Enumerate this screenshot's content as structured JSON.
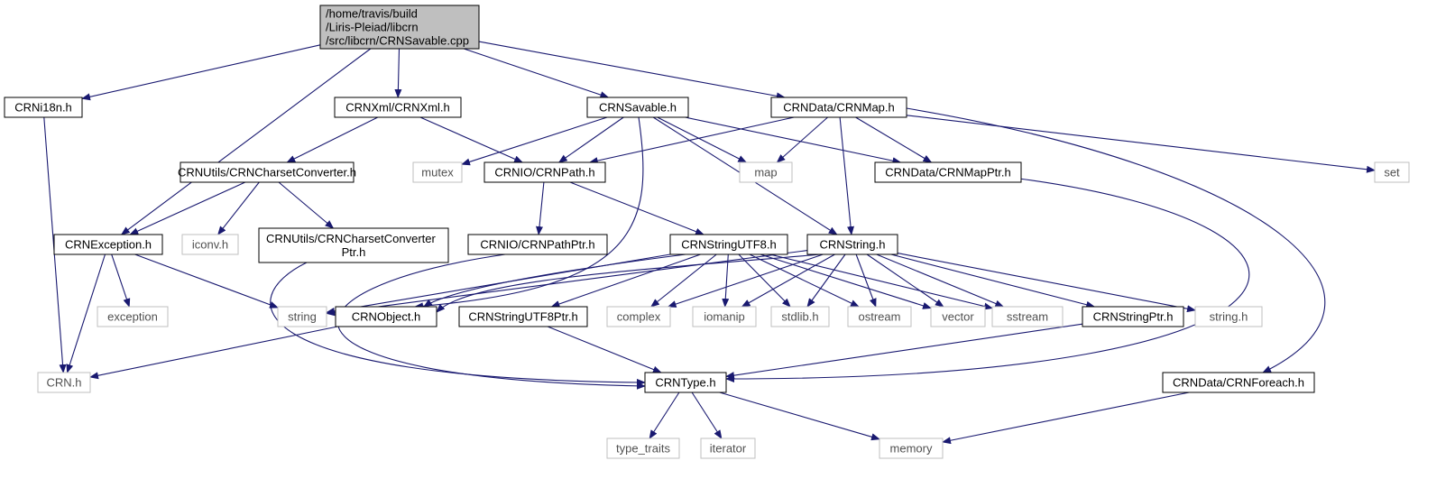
{
  "diagram": {
    "type": "include-dependency-graph",
    "colors": {
      "edge": "#191970",
      "root_fill": "#bfbfbf",
      "system_border": "#bfbfbf",
      "text": "#000000",
      "system_text": "#505050"
    },
    "nodes": [
      {
        "id": "root",
        "kind": "root",
        "lines": [
          "/home/travis/build",
          "/Liris-Pleiad/libcrn",
          "/src/libcrn/CRNSavable.cpp"
        ]
      },
      {
        "id": "crni18n",
        "kind": "file",
        "lines": [
          "CRNi18n.h"
        ]
      },
      {
        "id": "crnxml",
        "kind": "file",
        "lines": [
          "CRNXml/CRNXml.h"
        ]
      },
      {
        "id": "crnsavable",
        "kind": "file",
        "lines": [
          "CRNSavable.h"
        ]
      },
      {
        "id": "crnmap",
        "kind": "file",
        "lines": [
          "CRNData/CRNMap.h"
        ]
      },
      {
        "id": "charsetconv",
        "kind": "file",
        "lines": [
          "CRNUtils/CRNCharsetConverter.h"
        ]
      },
      {
        "id": "mutex",
        "kind": "system",
        "lines": [
          "mutex"
        ]
      },
      {
        "id": "crnpath",
        "kind": "file",
        "lines": [
          "CRNIO/CRNPath.h"
        ]
      },
      {
        "id": "map",
        "kind": "system",
        "lines": [
          "map"
        ]
      },
      {
        "id": "crnmapptr",
        "kind": "file",
        "lines": [
          "CRNData/CRNMapPtr.h"
        ]
      },
      {
        "id": "set",
        "kind": "system",
        "lines": [
          "set"
        ]
      },
      {
        "id": "crnexception",
        "kind": "file",
        "lines": [
          "CRNException.h"
        ]
      },
      {
        "id": "iconv",
        "kind": "system",
        "lines": [
          "iconv.h"
        ]
      },
      {
        "id": "charsetconvptr",
        "kind": "file",
        "lines": [
          "CRNUtils/CRNCharsetConverter",
          "Ptr.h"
        ]
      },
      {
        "id": "crnpathptr",
        "kind": "file",
        "lines": [
          "CRNIO/CRNPathPtr.h"
        ]
      },
      {
        "id": "crnstringutf8",
        "kind": "file",
        "lines": [
          "CRNStringUTF8.h"
        ]
      },
      {
        "id": "crnstring",
        "kind": "file",
        "lines": [
          "CRNString.h"
        ]
      },
      {
        "id": "exception",
        "kind": "system",
        "lines": [
          "exception"
        ]
      },
      {
        "id": "string",
        "kind": "system",
        "lines": [
          "string"
        ]
      },
      {
        "id": "crnobject",
        "kind": "file",
        "lines": [
          "CRNObject.h"
        ]
      },
      {
        "id": "crnstringutf8ptr",
        "kind": "file",
        "lines": [
          "CRNStringUTF8Ptr.h"
        ]
      },
      {
        "id": "complex",
        "kind": "system",
        "lines": [
          "complex"
        ]
      },
      {
        "id": "iomanip",
        "kind": "system",
        "lines": [
          "iomanip"
        ]
      },
      {
        "id": "stdlib",
        "kind": "system",
        "lines": [
          "stdlib.h"
        ]
      },
      {
        "id": "ostream",
        "kind": "system",
        "lines": [
          "ostream"
        ]
      },
      {
        "id": "vector",
        "kind": "system",
        "lines": [
          "vector"
        ]
      },
      {
        "id": "sstream",
        "kind": "system",
        "lines": [
          "sstream"
        ]
      },
      {
        "id": "crnstringptr",
        "kind": "file",
        "lines": [
          "CRNStringPtr.h"
        ]
      },
      {
        "id": "stringh",
        "kind": "system",
        "lines": [
          "string.h"
        ]
      },
      {
        "id": "crnh",
        "kind": "system",
        "lines": [
          "CRN.h"
        ]
      },
      {
        "id": "crntype",
        "kind": "file",
        "lines": [
          "CRNType.h"
        ]
      },
      {
        "id": "crnforeach",
        "kind": "file",
        "lines": [
          "CRNData/CRNForeach.h"
        ]
      },
      {
        "id": "type_traits",
        "kind": "system",
        "lines": [
          "type_traits"
        ]
      },
      {
        "id": "iterator",
        "kind": "system",
        "lines": [
          "iterator"
        ]
      },
      {
        "id": "memory",
        "kind": "system",
        "lines": [
          "memory"
        ]
      }
    ],
    "edges": [
      [
        "root",
        "crni18n"
      ],
      [
        "root",
        "crnexception"
      ],
      [
        "root",
        "crnxml"
      ],
      [
        "root",
        "crnsavable"
      ],
      [
        "root",
        "crnmap"
      ],
      [
        "crni18n",
        "crnh"
      ],
      [
        "crnxml",
        "charsetconv"
      ],
      [
        "crnxml",
        "crnpath"
      ],
      [
        "crnsavable",
        "mutex"
      ],
      [
        "crnsavable",
        "crnpath"
      ],
      [
        "crnsavable",
        "map"
      ],
      [
        "crnsavable",
        "crnmapptr"
      ],
      [
        "crnsavable",
        "crnstring"
      ],
      [
        "crnsavable",
        "crnobject"
      ],
      [
        "crnmap",
        "crnpath"
      ],
      [
        "crnmap",
        "map"
      ],
      [
        "crnmap",
        "crnmapptr"
      ],
      [
        "crnmap",
        "crnstring"
      ],
      [
        "crnmap",
        "set"
      ],
      [
        "crnmap",
        "crnforeach"
      ],
      [
        "charsetconv",
        "crnexception"
      ],
      [
        "charsetconv",
        "iconv"
      ],
      [
        "charsetconv",
        "charsetconvptr"
      ],
      [
        "crnpath",
        "crnpathptr"
      ],
      [
        "crnpath",
        "crnstringutf8"
      ],
      [
        "crnmapptr",
        "crntype"
      ],
      [
        "crnexception",
        "exception"
      ],
      [
        "crnexception",
        "string"
      ],
      [
        "crnexception",
        "crnh"
      ],
      [
        "charsetconvptr",
        "crntype"
      ],
      [
        "crnpathptr",
        "crntype"
      ],
      [
        "crnstringutf8",
        "string"
      ],
      [
        "crnstringutf8",
        "crnobject"
      ],
      [
        "crnstringutf8",
        "crnstringutf8ptr"
      ],
      [
        "crnstringutf8",
        "complex"
      ],
      [
        "crnstringutf8",
        "iomanip"
      ],
      [
        "crnstringutf8",
        "stdlib"
      ],
      [
        "crnstringutf8",
        "ostream"
      ],
      [
        "crnstringutf8",
        "vector"
      ],
      [
        "crnstringutf8",
        "sstream"
      ],
      [
        "crnstring",
        "string"
      ],
      [
        "crnstring",
        "crnobject"
      ],
      [
        "crnstring",
        "complex"
      ],
      [
        "crnstring",
        "iomanip"
      ],
      [
        "crnstring",
        "stdlib"
      ],
      [
        "crnstring",
        "ostream"
      ],
      [
        "crnstring",
        "vector"
      ],
      [
        "crnstring",
        "sstream"
      ],
      [
        "crnstring",
        "crnstringptr"
      ],
      [
        "crnstring",
        "stringh"
      ],
      [
        "crnobject",
        "crnh"
      ],
      [
        "crnstringutf8ptr",
        "crntype"
      ],
      [
        "crnstringptr",
        "crntype"
      ],
      [
        "crnforeach",
        "memory"
      ],
      [
        "crntype",
        "type_traits"
      ],
      [
        "crntype",
        "iterator"
      ],
      [
        "crntype",
        "memory"
      ]
    ]
  }
}
